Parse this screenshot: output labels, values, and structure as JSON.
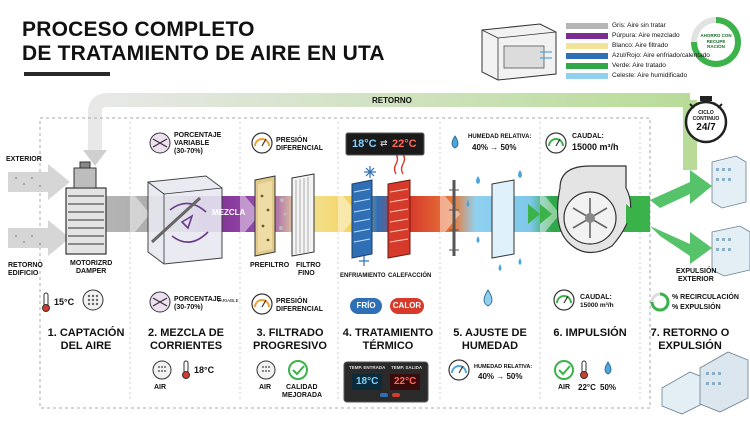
{
  "title": {
    "line1": "PROCESO COMPLETO",
    "line2": "DE TRATAMIENTO DE AIRE EN UTA"
  },
  "legend": [
    {
      "label": "Gris: Aire sin tratar",
      "color": "#b5b5b5"
    },
    {
      "label": "Púrpura: Aire mezclado",
      "color": "#7a2d8f"
    },
    {
      "label": "Blanco: Aire filtrado",
      "color": "#f1e39a"
    },
    {
      "label": "Azul/Rojo: Aire enfriado/calentado",
      "color": "#2f6fb6"
    },
    {
      "label": "Verde: Aire tratado",
      "color": "#2ea84a"
    },
    {
      "label": "Celeste: Aire humidificado",
      "color": "#8fd0ef"
    }
  ],
  "badge": {
    "ring": "AHORRO CON RECUPE RACIÓN",
    "cycle_line1": "CICLO",
    "cycle_line2": "CONTINUO",
    "cycle_line3": "24/7"
  },
  "return_label": "RETORNO",
  "left": {
    "exterior": "EXTERIOR",
    "retorno_edificio_1": "RETORNO",
    "retorno_edificio_2": "EDIFICIO",
    "damper_1": "MOTORIZRD",
    "damper_2": "DAMPER",
    "temp": "15°C"
  },
  "mix": {
    "pct_top_1": "PORCENTAJE",
    "pct_top_2": "VARIABLE",
    "pct_top_3": "(30-70%)",
    "arrow_label": "MEZCLA",
    "pct_bottom_1": "PORCENTAJE",
    "pct_bottom_variable": "VARIABLE",
    "pct_bottom_2": "(30-70%)",
    "air": "AIR",
    "temp": "18°C"
  },
  "filter": {
    "pressure_top_1": "PRESIÓN",
    "pressure_top_2": "DIFERENCIAL",
    "prefiltro": "PREFILTRO",
    "filtro_fino_1": "FILTRO",
    "filtro_fino_2": "FINO",
    "pressure_bottom_1": "PRESIÓN",
    "pressure_bottom_2": "DIFERENCIAL",
    "air": "AIR",
    "calidad_1": "CALIDAD",
    "calidad_2": "MEJORADA"
  },
  "thermal": {
    "display_cold": "18°C",
    "display_hot": "22°C",
    "enfriamiento": "ENFRIAMIENTO",
    "calefaccion": "CALEFACCIÓN",
    "frio": "FRÍO",
    "calor": "CALOR",
    "temp_entrada": "TEMP. ENTRADA",
    "temp_salida": "TEMP. SALIDA",
    "entrada_value": "18°C",
    "salida_value": "22°C"
  },
  "humidity": {
    "top_1": "HUMEDAD RELATIVA:",
    "top_2": "40% → 50%",
    "bottom_1": "HUMEDAD RELATIVA:",
    "bottom_2": "40% → 50%"
  },
  "impulsion": {
    "caudal_top_1": "CAUDAL:",
    "caudal_top_2": "15000 m³/h",
    "caudal_bottom_1": "CAUDAL:",
    "caudal_bottom_2": "15000 m³/h",
    "air": "AIR",
    "temp": "22°C",
    "humidity": "50%"
  },
  "exit": {
    "expulsion_1": "EXPULSIÓN",
    "expulsion_2": "EXTERIOR",
    "recirculacion": "% RECIRCULACIÓN",
    "expulsion_pct": "% EXPULSIÓN"
  },
  "stages": [
    {
      "line1": "1. CAPTACIÓN",
      "line2": "DEL AIRE"
    },
    {
      "line1": "2. MEZCLA DE",
      "line2": "CORRIENTES"
    },
    {
      "line1": "3. FILTRADO",
      "line2": "PROGRESIVO"
    },
    {
      "line1": "4. TRATAMIENTO",
      "line2": "TÉRMICO"
    },
    {
      "line1": "5. AJUSTE DE",
      "line2": "HUMEDAD"
    },
    {
      "line1": "6. IMPULSIÓN",
      "line2": ""
    },
    {
      "line1": "7. RETORNO O",
      "line2": "EXPULSIÓN"
    }
  ],
  "colors": {
    "untreated": "#b5b5b5",
    "mixed": "#7a2d8f",
    "filtered": "#f1e39a",
    "cool": "#2f6fb6",
    "heat": "#d63a2a",
    "treated": "#2ea84a",
    "humid": "#8fd0ef",
    "return": "#c8e3b0"
  }
}
